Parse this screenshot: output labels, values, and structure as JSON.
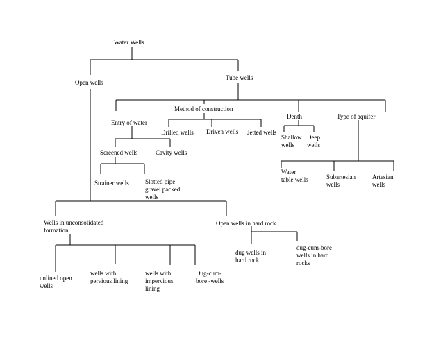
{
  "diagram": {
    "root": "Water Wells",
    "open_wells": "Open wells",
    "tube_wells": "Tube wells",
    "method_of_construction": "Method of construction",
    "entry_of_water": "Entry of water",
    "drilled_wells": "Drilled wells",
    "driven_wells": "Driven wells",
    "jetted_wells": "Jetted wells",
    "depth": "Denth",
    "type_of_aquifer": "Type of aquifer",
    "shallow_wells": "Shallow\nwells",
    "deep_wells": "Deep\nwells",
    "screened_wells": "Screened wells",
    "cavity_wells": "Cavity wells",
    "strainer_wells": "Strainer wells",
    "slotted_pipe": "Slotted pipe\ngravel packed\nwells",
    "water_table_wells": "Water\ntable wells",
    "subartesian_wells": "Subartesian\nwells",
    "artesian_wells": "Artesian\nwells",
    "unconsolidated": "Wells in unconsolidated\nformation",
    "hard_rock": "Open wells in hard rock",
    "dug_wells_hard_rock": "dug wells in\nhard rock",
    "dug_cum_bore_hard": "dug-cum-bore\nwells in hard\nrocks",
    "unlined_open_wells": "unlined open\nwells",
    "pervious_lining": "wells with\npervious lining",
    "impervious_lining": "wells with\nimpervious\nlining",
    "dug_cum_bore": "Dug-cum-\nbore -wells"
  }
}
